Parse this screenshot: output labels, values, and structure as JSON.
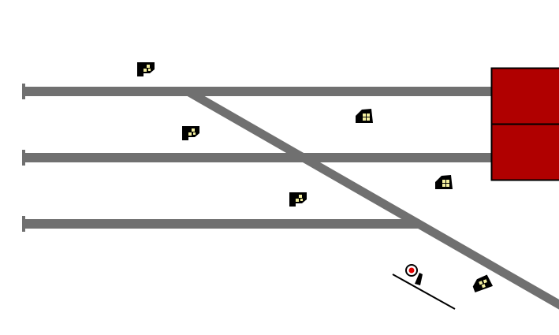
{
  "scene": {
    "title": "",
    "background": "#ffffff",
    "track_color": "#707070",
    "buffer_color": "#b00000",
    "buffer_outline": "#000000",
    "signal_body_color": "#000000",
    "signal_lamp_color": "#f4f0a0",
    "derail_indicator_color": "#e00000"
  },
  "tracks": [
    {
      "name": "track-1",
      "label": ""
    },
    {
      "name": "track-2",
      "label": ""
    },
    {
      "name": "track-3",
      "label": ""
    },
    {
      "name": "diagonal-crossover",
      "label": ""
    }
  ],
  "buffers": [
    {
      "name": "buffer-stop-track-1",
      "label": ""
    },
    {
      "name": "buffer-stop-track-2",
      "label": ""
    }
  ],
  "signals": [
    {
      "name": "shunting-signal-1",
      "icon": "shunt-signal-icon"
    },
    {
      "name": "shunting-signal-2",
      "icon": "shunt-signal-icon"
    },
    {
      "name": "shunting-signal-3",
      "icon": "shunt-signal-icon"
    },
    {
      "name": "dwarf-signal-1",
      "icon": "dwarf-signal-icon"
    },
    {
      "name": "dwarf-signal-2",
      "icon": "dwarf-signal-icon"
    },
    {
      "name": "dwarf-signal-3",
      "icon": "dwarf-signal-icon"
    }
  ],
  "derailer": {
    "name": "derailer-lever",
    "icon": "derailer-lever-icon"
  }
}
